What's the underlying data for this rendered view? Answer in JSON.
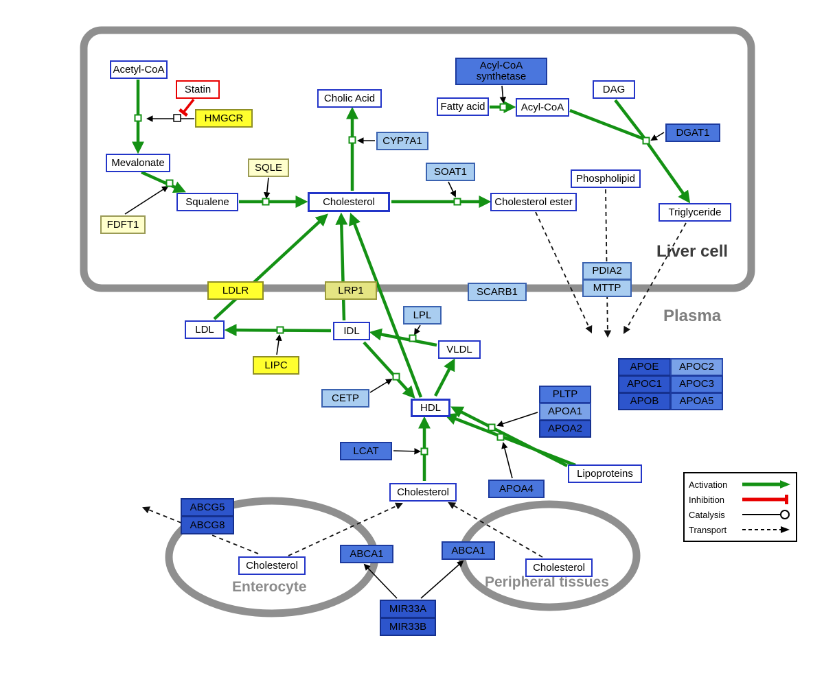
{
  "regions": {
    "liver_cell": "Liver cell",
    "plasma": "Plasma",
    "enterocyte": "Enterocyte",
    "peripheral_tissues": "Peripheral tissues"
  },
  "legend": {
    "activation": "Activation",
    "inhibition": "Inhibition",
    "catalysis": "Catalysis",
    "transport": "Transport"
  },
  "colors": {
    "activation_green": "#149114",
    "inhibition_red": "#e80000",
    "membrane_gray": "#8f8f8f",
    "metabolite_border_blue": "#2335c8",
    "gene_yellow": "#ffff2e",
    "gene_pale_yellow": "#ffffcc",
    "gene_light_blue": "#a9cdf0",
    "gene_medium_blue": "#4a76dd",
    "gene_dark_blue": "#2d55cc"
  },
  "nodes": {
    "acetyl_coa": "Acetyl-CoA",
    "statin": "Statin",
    "hmgcr": "HMGCR",
    "mevalonate": "Mevalonate",
    "sqle": "SQLE",
    "fdft1": "FDFT1",
    "squalene": "Squalene",
    "cholic_acid": "Cholic Acid",
    "cyp7a1": "CYP7A1",
    "cholesterol_liver": "Cholesterol",
    "soat1": "SOAT1",
    "cholesterol_ester": "Cholesterol ester",
    "acyl_coa_synthetase": "Acyl-CoA synthetase",
    "fatty_acid": "Fatty acid",
    "acyl_coa": "Acyl-CoA",
    "dag": "DAG",
    "dgat1": "DGAT1",
    "phospholipid": "Phospholipid",
    "triglyceride": "Triglyceride",
    "pdia2": "PDIA2",
    "mttp": "MTTP",
    "ldlr": "LDLR",
    "lrp1": "LRP1",
    "scarb1": "SCARB1",
    "ldl": "LDL",
    "idl": "IDL",
    "lpl": "LPL",
    "vldl": "VLDL",
    "lipc": "LIPC",
    "cetp": "CETP",
    "hdl": "HDL",
    "pltp": "PLTP",
    "apoa1": "APOA1",
    "apoa2": "APOA2",
    "apoe": "APOE",
    "apoc2": "APOC2",
    "apoc1": "APOC1",
    "apoc3": "APOC3",
    "apob": "APOB",
    "apoa5": "APOA5",
    "lcat": "LCAT",
    "apoa4": "APOA4",
    "lipoproteins": "Lipoproteins",
    "cholesterol_plasma": "Cholesterol",
    "abcg5": "ABCG5",
    "abcg8": "ABCG8",
    "cholesterol_enterocyte": "Cholesterol",
    "abca1_enterocyte": "ABCA1",
    "abca1_peripheral": "ABCA1",
    "cholesterol_peripheral": "Cholesterol",
    "mir33a": "MIR33A",
    "mir33b": "MIR33B"
  }
}
